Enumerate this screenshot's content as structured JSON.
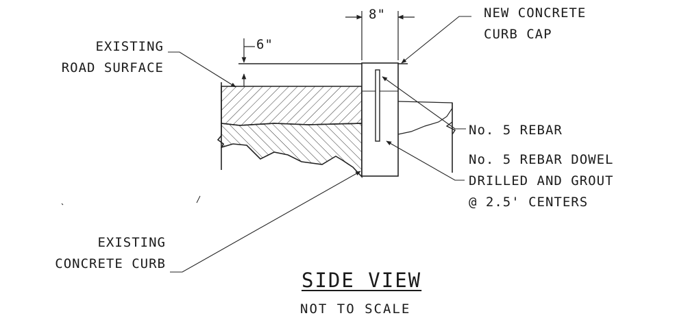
{
  "labels": {
    "dim_width": "8\"",
    "dim_depth": "6\"",
    "new_cap_line1": "NEW CONCRETE",
    "new_cap_line2": "CURB CAP",
    "road_line1": "EXISTING",
    "road_line2": "ROAD SURFACE",
    "rebar": "No. 5 REBAR",
    "dowel_line1": "No. 5 REBAR DOWEL",
    "dowel_line2": "DRILLED AND GROUT",
    "dowel_line3": "@ 2.5' CENTERS",
    "curb_line1": "EXISTING",
    "curb_line2": "CONCRETE CURB"
  },
  "title": "SIDE VIEW",
  "subtitle": "NOT TO SCALE"
}
